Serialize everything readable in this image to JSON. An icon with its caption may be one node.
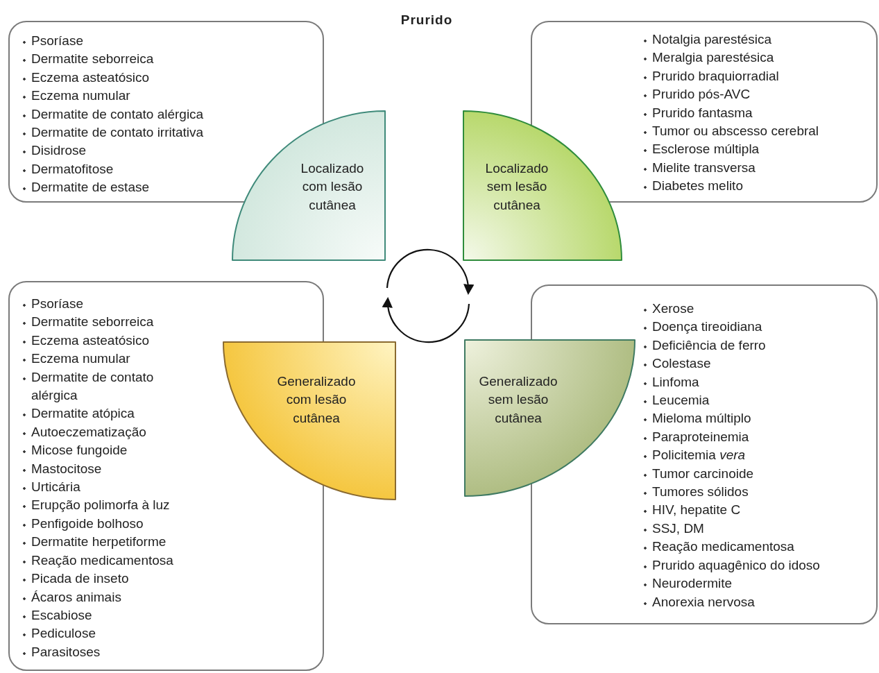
{
  "diagram": {
    "title": "Prurido",
    "nodes": [
      {
        "text": [
          "Psoríase",
          "Dermatite seborreica",
          "Eczema asteatósico",
          "Eczema numular",
          "Dermatite de contato alérgica",
          "Dermatite de contato irritativa",
          "Disidrose",
          "Dermatofitose",
          "Dermatite de estase"
        ]
      },
      {
        "text": [
          "Localizado com lesão cutânea"
        ]
      },
      {
        "text": [
          "Localizado sem lesão cutânea"
        ]
      },
      {
        "text": [
          "Notalgia parestésica",
          "Meralgia parestésica",
          "Prurido braquiorradial",
          "Prurido pós-AVC",
          "Prurido fantasma",
          "Tumor ou abscesso cerebral",
          "Esclerose múltipla",
          "Mielite transversa",
          "Diabetes melito"
        ]
      },
      {
        "text": [
          "Psoríase",
          "Dermatite seborreica",
          "Eczema asteatósico",
          "Eczema numular",
          "Dermatite de contato alérgica",
          "Dermatite atópica",
          "Autoeczematização",
          "Micose fungoide",
          "Mastocitose",
          "Urticária",
          "Erupção polimorfa à luz",
          "Penfigoide bolhoso",
          "Dermatite herpetiforme",
          "Reação medicamentosa",
          "Picada de inseto",
          "Ácaros animais",
          "Escabiose",
          "Pediculose",
          "Parasitoses"
        ]
      },
      {
        "text": [
          "Generalizado com lesão cutânea"
        ]
      },
      {
        "text": [
          "Generalizado sem lesão cutânea"
        ]
      },
      {
        "text": [
          "Xerose",
          "Doença tireoidiana",
          "Deficiência de ferro",
          "Colestase",
          "Linfoma",
          "Leucemia",
          "Mieloma múltiplo",
          "Paraproteinemia",
          "Policitemia *vera*",
          "Tumor carcinoide",
          "Tumores sólidos",
          "HIV, hepatite C",
          "SSJ, DM",
          "Reação medicamentosa",
          "Prurido aquagênico do idoso",
          "Neurodermite",
          "Anorexia nervosa"
        ]
      }
    ]
  }
}
